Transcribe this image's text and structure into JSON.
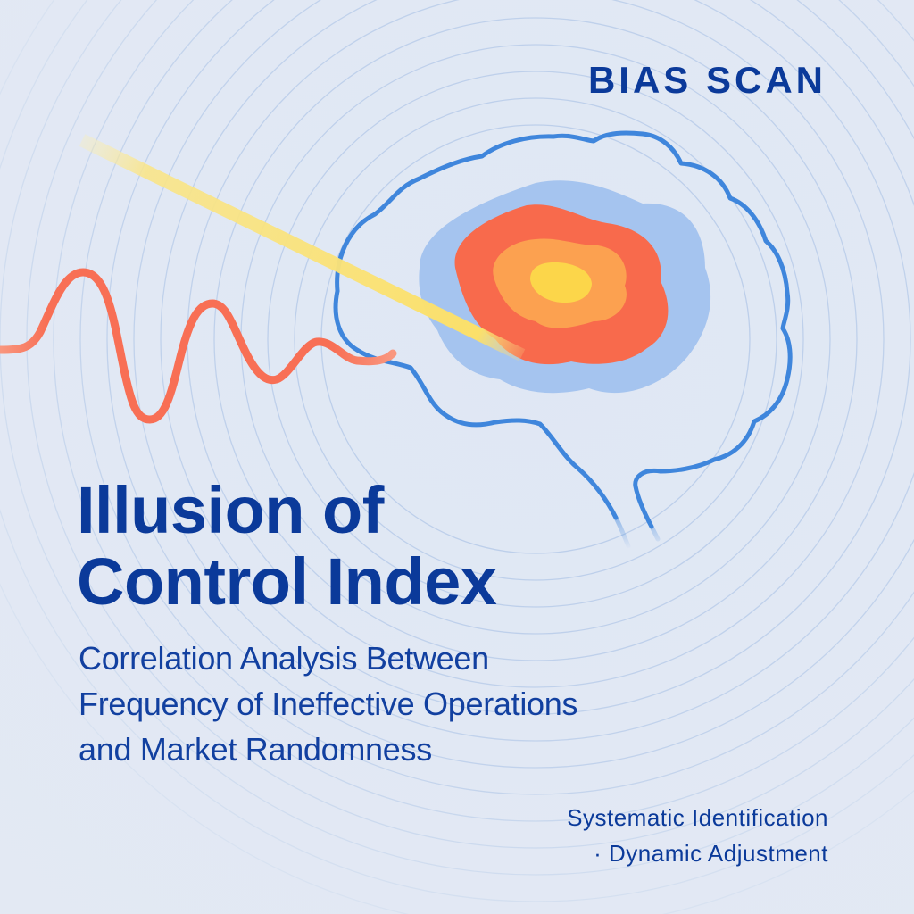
{
  "brand": {
    "label": "BIAS SCAN"
  },
  "title": {
    "line1": "Illusion of",
    "line2": "Control Index"
  },
  "subtitle": {
    "line1": "Correlation Analysis Between",
    "line2": "Frequency of Ineffective Operations",
    "line3": "and Market Randomness"
  },
  "tagline": {
    "line1": "Systematic Identification",
    "line2": "· Dynamic Adjustment"
  },
  "illustration": {
    "icons": [
      "brain-outline-icon",
      "heatmap-blob-icon",
      "light-beam-icon",
      "signal-wave-icon",
      "concentric-rings-background"
    ]
  },
  "colors": {
    "background": "#e1e8f4",
    "text_primary": "#0b3a9a",
    "brain_outline": "#3f86dc",
    "heat_outer": "#a5c4ef",
    "heat_red": "#f86a4c",
    "heat_orange": "#fca150",
    "heat_core": "#fcd64a",
    "beam": "#f9e27a",
    "wave": "#f86f55",
    "rings": "#b7cbe8"
  }
}
